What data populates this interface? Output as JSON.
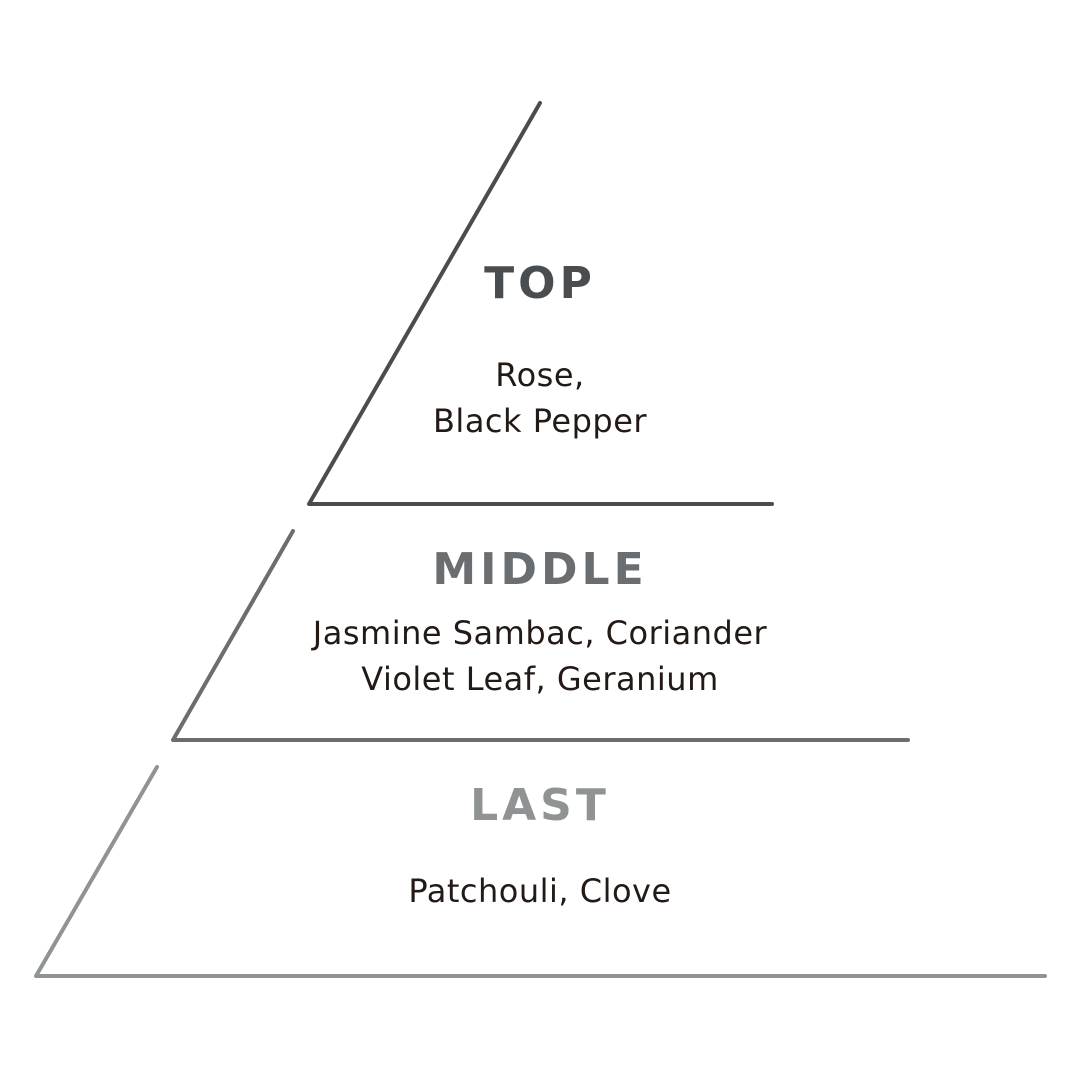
{
  "pyramid": {
    "tiers": [
      {
        "heading": "TOP",
        "notes": [
          "Rose,",
          "Black Pepper"
        ],
        "heading_color": "#4a4d4f",
        "line_color": "#4a4d4f"
      },
      {
        "heading": "MIDDLE",
        "notes": [
          "Jasmine Sambac, Coriander",
          "Violet Leaf, Geranium"
        ],
        "heading_color": "#6b6e70",
        "line_color": "#6b6e70"
      },
      {
        "heading": "LAST",
        "notes": [
          "Patchouli, Clove"
        ],
        "heading_color": "#909394",
        "line_color": "#909394"
      }
    ]
  }
}
